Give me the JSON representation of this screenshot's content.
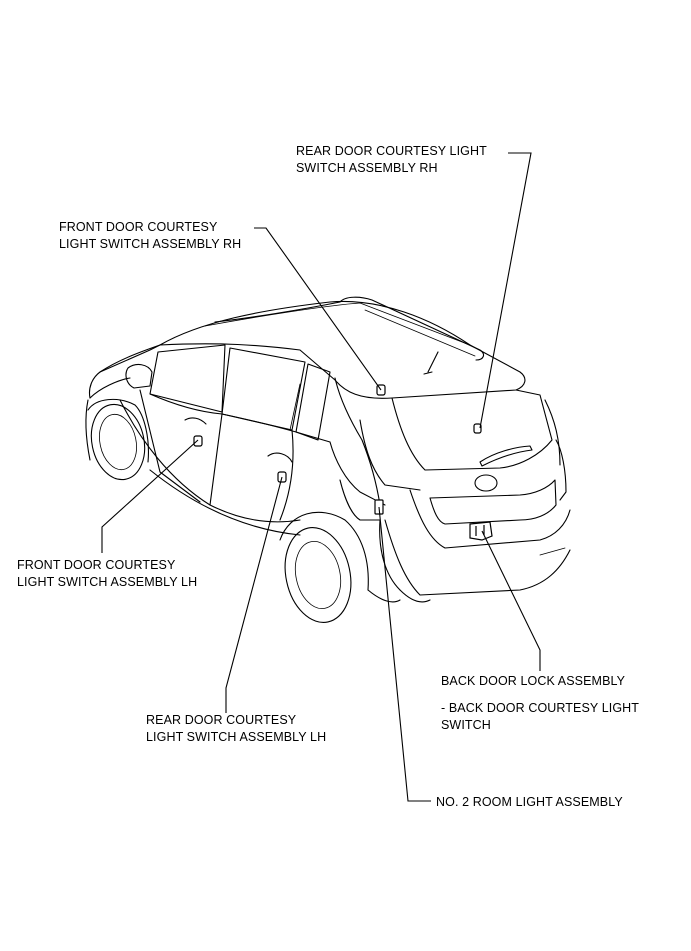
{
  "labels": {
    "rear_door_rh": [
      "REAR DOOR COURTESY LIGHT",
      "SWITCH ASSEMBLY RH"
    ],
    "front_door_rh": [
      "FRONT DOOR COURTESY",
      "LIGHT SWITCH ASSEMBLY RH"
    ],
    "front_door_lh": [
      "FRONT DOOR COURTESY",
      "LIGHT SWITCH ASSEMBLY LH"
    ],
    "rear_door_lh": [
      "REAR DOOR COURTESY",
      "LIGHT SWITCH ASSEMBLY LH"
    ],
    "back_door_lock": [
      "BACK DOOR LOCK ASSEMBLY"
    ],
    "back_door_switch": [
      "- BACK DOOR COURTESY LIGHT",
      "SWITCH"
    ],
    "room_light": [
      "NO. 2 ROOM LIGHT ASSEMBLY"
    ]
  }
}
